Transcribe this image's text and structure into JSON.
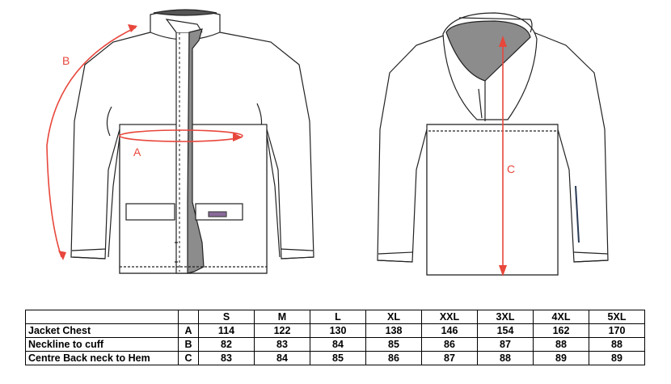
{
  "labels": {
    "a": "A",
    "b": "B",
    "c": "C"
  },
  "table": {
    "sizes": [
      "S",
      "M",
      "L",
      "XL",
      "XXL",
      "3XL",
      "4XL",
      "5XL"
    ],
    "rows": [
      {
        "name": "Jacket Chest",
        "code": "A",
        "values": [
          "114",
          "122",
          "130",
          "138",
          "146",
          "154",
          "162",
          "170"
        ]
      },
      {
        "name": "Neckline to cuff",
        "code": "B",
        "values": [
          "82",
          "83",
          "84",
          "85",
          "86",
          "87",
          "88",
          "88"
        ]
      },
      {
        "name": "Centre Back neck to Hem",
        "code": "C",
        "values": [
          "83",
          "84",
          "85",
          "86",
          "87",
          "88",
          "89",
          "89"
        ]
      }
    ]
  },
  "colors": {
    "measure": "#e8473c",
    "lining": "#8c8c8c",
    "collar": "#555555"
  }
}
